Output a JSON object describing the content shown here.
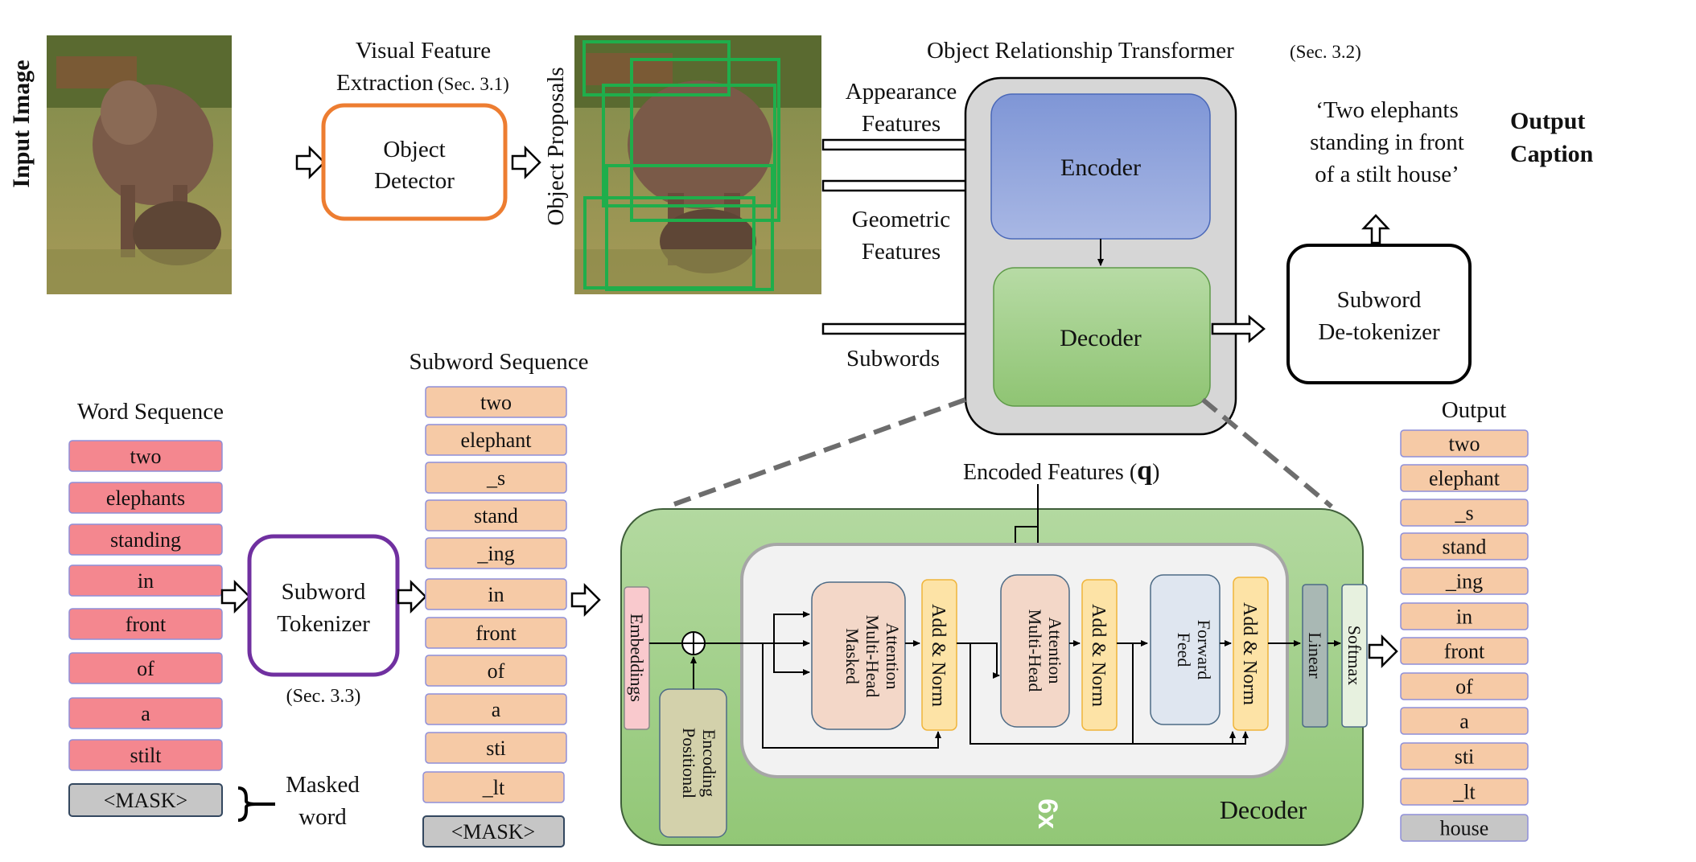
{
  "input_section": {
    "input_image_label": "Input Image",
    "visual_feature_title_1": "Visual Feature",
    "visual_feature_title_2": "Extraction",
    "visual_feature_sec": "(Sec. 3.1)",
    "object_detector_1": "Object",
    "object_detector_2": "Detector",
    "object_proposals_label": "Object Proposals"
  },
  "transformer_section": {
    "title": "Object Relationship Transformer",
    "title_sec": "(Sec. 3.2)",
    "appearance_1": "Appearance",
    "appearance_2": "Features",
    "geometric_1": "Geometric",
    "geometric_2": "Features",
    "subwords_label": "Subwords",
    "encoder_label": "Encoder",
    "decoder_label": "Decoder"
  },
  "output_section": {
    "caption_line_1": "‘Two elephants",
    "caption_line_2": "standing in front",
    "caption_line_3": "of a stilt house’",
    "output_caption_1": "Output",
    "output_caption_2": "Caption",
    "detokenizer_1": "Subword",
    "detokenizer_2": "De-tokenizer"
  },
  "word_sequence": {
    "title": "Word Sequence",
    "items": [
      "two",
      "elephants",
      "standing",
      "in",
      "front",
      "of",
      "a",
      "stilt"
    ],
    "mask_token": "<MASK>",
    "masked_word_1": "Masked",
    "masked_word_2": "word"
  },
  "tokenizer": {
    "label_1": "Subword",
    "label_2": "Tokenizer",
    "sec": "(Sec. 3.3)"
  },
  "subword_sequence": {
    "title": "Subword Sequence",
    "items": [
      "two",
      "elephant",
      "_s",
      "stand",
      "_ing",
      "in",
      "front",
      "of",
      "a",
      "sti",
      "_lt"
    ],
    "mask_token": "<MASK>"
  },
  "decoder_detail": {
    "encoded_features": "Encoded Features (",
    "encoded_q": "q",
    "encoded_close": ")",
    "embeddings": "Embeddings",
    "positional_1": "Positional",
    "positional_2": "Encoding",
    "masked_mha_1": "Masked",
    "masked_mha_2": "Multi-Head",
    "masked_mha_3": "Attention",
    "add_norm": "Add & Norm",
    "mha_1": "Multi-Head",
    "mha_2": "Attention",
    "ff_1": "Feed",
    "ff_2": "Forward",
    "linear": "Linear",
    "softmax": "Softmax",
    "repeat": "6x",
    "decoder_title": "Decoder"
  },
  "output_sequence": {
    "title": "Output",
    "items": [
      "two",
      "elephant",
      "_s",
      "stand",
      "_ing",
      "in",
      "front",
      "of",
      "a",
      "sti",
      "_lt",
      "house"
    ]
  },
  "colors": {
    "word_box": "#f4878f",
    "subword_box": "#f6caa6",
    "mask_box": "#c6c6c6",
    "encoder": "#8a9fd8",
    "decoder": "#9fcd8a",
    "decoder_panel": "#9ccb84",
    "detector_border": "#ed7d31",
    "tokenizer_border": "#7030a0",
    "add_norm": "#fde3a6",
    "attention": "#f3d7c8",
    "feed_forward": "#dfe6f0",
    "linear": "#a9b8b4",
    "softmax": "#e7f1df",
    "positional": "#d3d1ab",
    "embeddings": "#f9c9cd",
    "proposal_box": "#1fae4b"
  }
}
